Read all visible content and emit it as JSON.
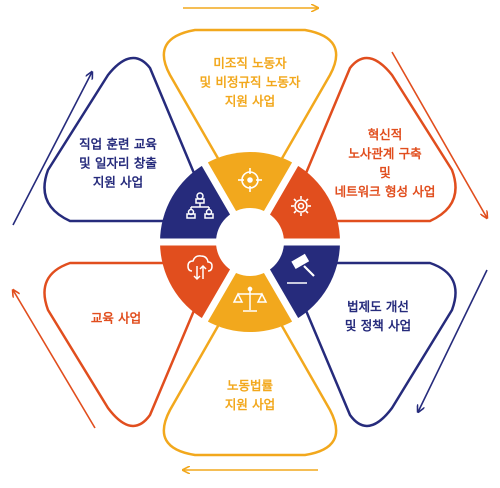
{
  "colors": {
    "yellow": "#f2a81d",
    "orange": "#e14e1e",
    "navy": "#262b7c",
    "white": "#ffffff"
  },
  "segments": [
    {
      "id": "top",
      "lines": [
        "미조직 노동자",
        "및 비정규직 노동자",
        "지원 사업"
      ],
      "color": "yellow",
      "icon": "target-icon"
    },
    {
      "id": "upper-right",
      "lines": [
        "혁신적",
        "노사관계 구축",
        "및",
        "네트워크 형성 사업"
      ],
      "color": "orange",
      "icon": "gear-icon"
    },
    {
      "id": "lower-right",
      "lines": [
        "법제도 개선",
        "및 정책 사업"
      ],
      "color": "navy",
      "icon": "gavel-icon"
    },
    {
      "id": "bottom",
      "lines": [
        "노동법률",
        "지원 사업"
      ],
      "color": "yellow",
      "icon": "scale-icon"
    },
    {
      "id": "lower-left",
      "lines": [
        "교육 사업"
      ],
      "color": "orange",
      "icon": "cloud-transfer-icon"
    },
    {
      "id": "upper-left",
      "lines": [
        "직업 훈련 교육",
        "및 일자리 창출",
        "지원 사업"
      ],
      "color": "navy",
      "icon": "org-chart-icon"
    }
  ]
}
